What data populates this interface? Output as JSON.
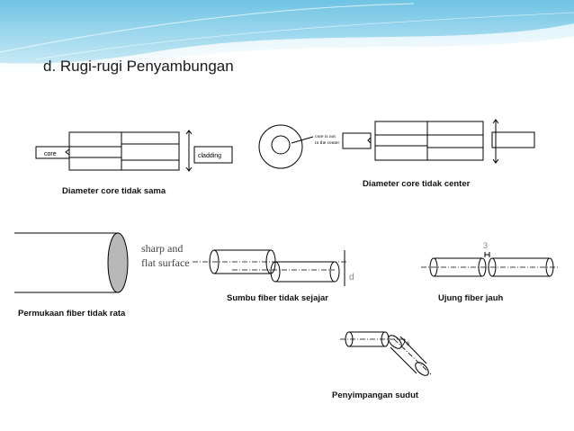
{
  "slide": {
    "title": "d.    Rugi-rugi Penyambungan",
    "accent_color": "#7ec8e3"
  },
  "diagrams": {
    "core_mismatch": {
      "core_label": "core",
      "cladding_label": "cladding",
      "caption": "Diameter core tidak sama"
    },
    "off_center": {
      "note_line1": "core is not",
      "note_line2": "in the center",
      "caption": "Diameter core tidak center"
    },
    "rough_surface": {
      "note_line1": "sharp and",
      "note_line2": "flat surface",
      "caption": "Permukaan fiber tidak rata"
    },
    "lateral_offset": {
      "symbol": "d",
      "caption": "Sumbu fiber tidak sejajar"
    },
    "gap": {
      "symbol": "3",
      "caption": "Ujung fiber jauh"
    },
    "angular": {
      "symbol": "θ",
      "caption": "Penyimpangan sudut"
    }
  }
}
